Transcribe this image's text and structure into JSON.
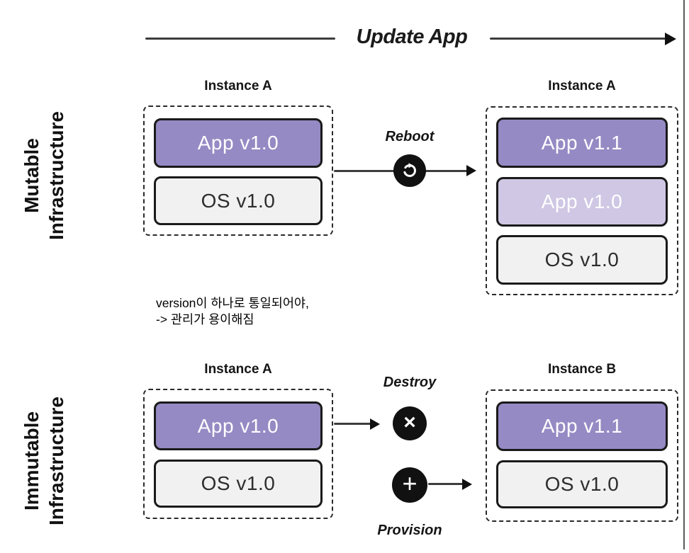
{
  "title": "Update App",
  "sections": {
    "mutable": {
      "side_label_line1": "Mutable",
      "side_label_line2": "Infrastructure",
      "left_instance": {
        "title": "Instance A",
        "boxes": [
          {
            "label": "App v1.0"
          },
          {
            "label": "OS v1.0"
          }
        ]
      },
      "action": {
        "label": "Reboot",
        "icon": "refresh-icon"
      },
      "right_instance": {
        "title": "Instance A",
        "boxes": [
          {
            "label": "App v1.1"
          },
          {
            "label": "App v1.0"
          },
          {
            "label": "OS v1.0"
          }
        ]
      }
    },
    "immutable": {
      "side_label_line1": "Immutable",
      "side_label_line2": "Infrastructure",
      "left_instance": {
        "title": "Instance A",
        "boxes": [
          {
            "label": "App v1.0"
          },
          {
            "label": "OS v1.0"
          }
        ]
      },
      "destroy_action": {
        "label": "Destroy",
        "icon_symbol": "×"
      },
      "provision_action": {
        "label": "Provision",
        "icon_symbol": "+"
      },
      "right_instance": {
        "title": "Instance B",
        "boxes": [
          {
            "label": "App v1.1"
          },
          {
            "label": "OS v1.0"
          }
        ]
      }
    }
  },
  "annotation": {
    "line1": "version이 하나로 통일되어야,",
    "line2": "-> 관리가 용이해짐"
  },
  "colors": {
    "app_purple": "#968ac4",
    "app_purple_light": "#cfc7e4",
    "os_gray": "#f0f1f0",
    "box_border": "#1a1a1a",
    "icon_circle": "#111111",
    "arrow_line": "#3d3d3d"
  }
}
